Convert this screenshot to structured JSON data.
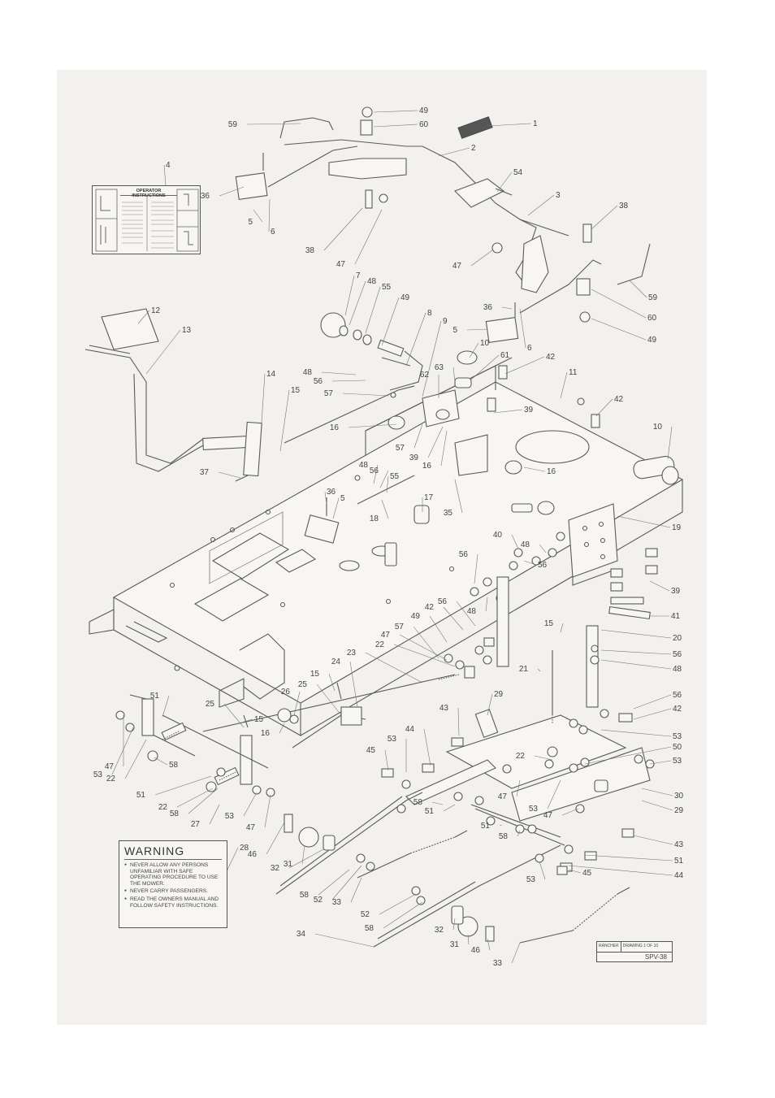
{
  "callouts": [
    {
      "id": "59",
      "text": "59"
    },
    {
      "id": "49",
      "text": "49"
    },
    {
      "id": "60",
      "text": "60"
    },
    {
      "id": "1",
      "text": "1"
    },
    {
      "id": "2",
      "text": "2"
    },
    {
      "id": "4",
      "text": "4"
    },
    {
      "id": "54",
      "text": "54"
    },
    {
      "id": "3",
      "text": "3"
    },
    {
      "id": "38",
      "text": "38"
    },
    {
      "id": "36",
      "text": "36"
    },
    {
      "id": "5",
      "text": "5"
    },
    {
      "id": "6",
      "text": "6"
    },
    {
      "id": "47",
      "text": "47"
    },
    {
      "id": "7",
      "text": "7"
    },
    {
      "id": "48",
      "text": "48"
    },
    {
      "id": "55",
      "text": "55"
    },
    {
      "id": "12",
      "text": "12"
    },
    {
      "id": "13",
      "text": "13"
    },
    {
      "id": "8",
      "text": "8"
    },
    {
      "id": "9",
      "text": "9"
    },
    {
      "id": "10",
      "text": "10"
    },
    {
      "id": "61",
      "text": "61"
    },
    {
      "id": "42",
      "text": "42"
    },
    {
      "id": "11",
      "text": "11"
    },
    {
      "id": "56",
      "text": "56"
    },
    {
      "id": "63",
      "text": "63"
    },
    {
      "id": "62",
      "text": "62"
    },
    {
      "id": "14",
      "text": "14"
    },
    {
      "id": "15",
      "text": "15"
    },
    {
      "id": "57",
      "text": "57"
    },
    {
      "id": "39",
      "text": "39"
    },
    {
      "id": "16",
      "text": "16"
    },
    {
      "id": "37",
      "text": "37"
    },
    {
      "id": "17",
      "text": "17"
    },
    {
      "id": "18",
      "text": "18"
    },
    {
      "id": "35",
      "text": "35"
    },
    {
      "id": "19",
      "text": "19"
    },
    {
      "id": "40",
      "text": "40"
    },
    {
      "id": "41",
      "text": "41"
    },
    {
      "id": "20",
      "text": "20"
    },
    {
      "id": "21",
      "text": "21"
    },
    {
      "id": "23",
      "text": "23"
    },
    {
      "id": "24",
      "text": "24"
    },
    {
      "id": "25",
      "text": "25"
    },
    {
      "id": "26",
      "text": "26"
    },
    {
      "id": "29",
      "text": "29"
    },
    {
      "id": "43",
      "text": "43"
    },
    {
      "id": "44",
      "text": "44"
    },
    {
      "id": "53",
      "text": "53"
    },
    {
      "id": "50",
      "text": "50"
    },
    {
      "id": "51",
      "text": "51"
    },
    {
      "id": "22",
      "text": "22"
    },
    {
      "id": "58",
      "text": "58"
    },
    {
      "id": "27",
      "text": "27"
    },
    {
      "id": "46",
      "text": "46"
    },
    {
      "id": "45",
      "text": "45"
    },
    {
      "id": "30",
      "text": "30"
    },
    {
      "id": "28",
      "text": "28"
    },
    {
      "id": "31",
      "text": "31"
    },
    {
      "id": "32",
      "text": "32"
    },
    {
      "id": "52",
      "text": "52"
    },
    {
      "id": "33",
      "text": "33"
    },
    {
      "id": "34",
      "text": "34"
    }
  ],
  "warning": {
    "title": "WARNING",
    "items": [
      "Never allow any persons unfamiliar with safe operating procedure to use the mower.",
      "Never carry passengers.",
      "Read the owners manual and follow safety instructions."
    ]
  },
  "decal": {
    "heading": "OPERATOR INSTRUCTIONS"
  },
  "title_block": {
    "model": "RANCHER",
    "sheet": "DRAWING 1 OF 10",
    "code": "SPV-38"
  }
}
